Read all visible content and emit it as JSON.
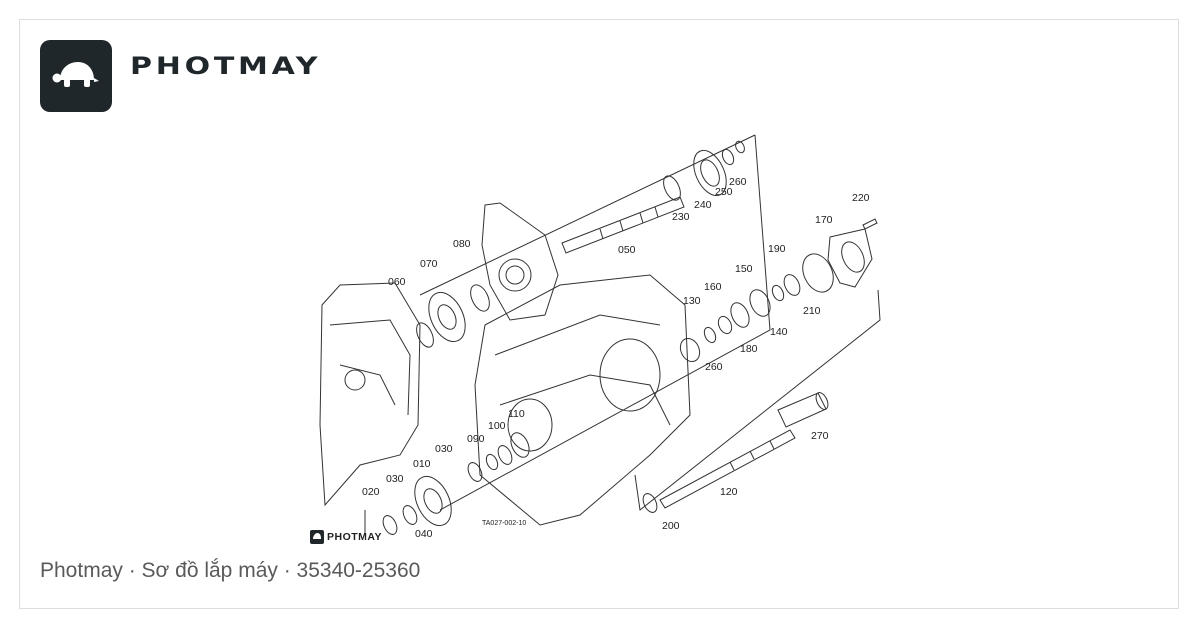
{
  "brand": {
    "name": "PHOTMAY",
    "logo_icon": "turtle-icon",
    "logo_bg": "#20272b"
  },
  "caption": {
    "text": "Photmay · Sơ đồ lắp máy · 35340-25360"
  },
  "diagram": {
    "watermark": "PHOTMAY",
    "drawing_code": "TA027-002-10",
    "callouts": [
      "010",
      "020",
      "030",
      "030",
      "040",
      "050",
      "060",
      "070",
      "080",
      "090",
      "100",
      "110",
      "120",
      "130",
      "140",
      "150",
      "160",
      "170",
      "180",
      "190",
      "200",
      "210",
      "220",
      "230",
      "240",
      "250",
      "260",
      "260",
      "270"
    ]
  }
}
